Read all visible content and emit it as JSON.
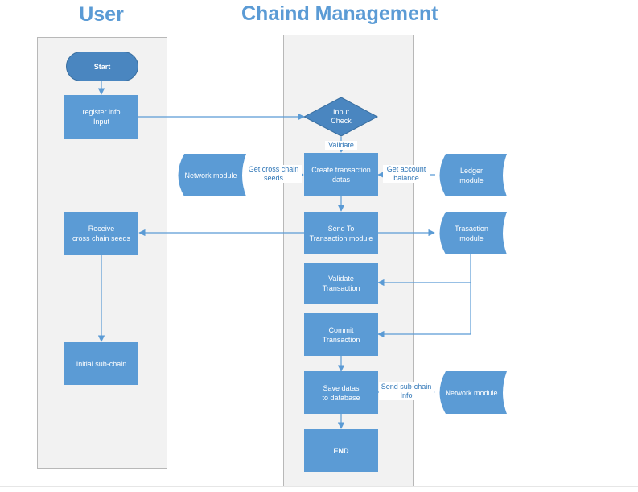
{
  "lanes": {
    "user": "User",
    "chain": "Chaind Management"
  },
  "nodes": {
    "start": "Start",
    "register": "register info\nInput",
    "input_check": "Input\nCheck",
    "create_tx": "Create transaction\ndatas",
    "network_module_1": "Network module",
    "ledger_module": "Ledger\nmodule",
    "send_to": "Send To\nTransaction module",
    "receive": "Receive\ncross chain seeds",
    "transaction_module": "Trasaction\nmodule",
    "validate_tx": "Validate\nTransaction",
    "commit_tx": "Commit\nTransaction",
    "initial_subchain": "Initial sub-chain",
    "save_datas": "Save datas\nto database",
    "network_module_2": "Network module",
    "end": "END"
  },
  "edge_labels": {
    "validate": "Validate",
    "get_seeds": "Get cross chain\nseeds",
    "get_balance": "Get account\nbalance",
    "send_subchain": "Send sub-chain\nInfo"
  },
  "colors": {
    "process": "#5b9bd5",
    "terminator": "#4a86c0",
    "decision": "#4a86c0",
    "lane_fill": "#f2f2f2",
    "title": "#5b9bd5",
    "connector": "#5b9bd5"
  }
}
